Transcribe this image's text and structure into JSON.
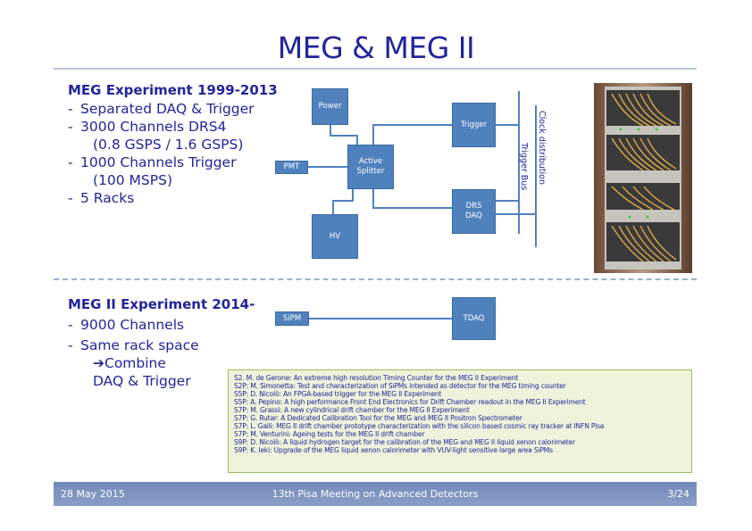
{
  "title": "MEG & MEG II",
  "meg": {
    "heading": "MEG Experiment 1999-2013",
    "bullets": [
      {
        "dash": "-",
        "text": "Separated DAQ & Trigger",
        "sub": ""
      },
      {
        "dash": "-",
        "text": "3000 Channels DRS4",
        "sub": "(0.8 GSPS / 1.6 GSPS)"
      },
      {
        "dash": "-",
        "text": "1000 Channels Trigger",
        "sub": "(100 MSPS)"
      },
      {
        "dash": "-",
        "text": "5 Racks",
        "sub": ""
      }
    ]
  },
  "diagram1": {
    "power": "Power",
    "pmt": "PMT",
    "splitter_line1": "Active",
    "splitter_line2": "Splitter",
    "hv": "HV",
    "trigger": "Trigger",
    "drs_line1": "DRS",
    "drs_line2": "DAQ",
    "trigger_bus": "Trigger Bus",
    "clock": "Clock distribution"
  },
  "megii": {
    "heading": "MEG II Experiment 2014-",
    "bullet1_dash": "-",
    "bullet1": "9000 Channels",
    "bullet2_dash": "-",
    "bullet2": "Same rack space",
    "arrow": "➔",
    "combine": "Combine",
    "combine2": "DAQ & Trigger"
  },
  "diagram2": {
    "sipm": "SiPM",
    "tdaq": "TDAQ"
  },
  "references": [
    "S2. M. de Gerone: An extreme high resolution Timing Counter for the MEG II Experiment",
    "S2P: M. Simonetta: Test and characterization of SiPMs intended as detector for the MEG timing counter",
    "S5P: D. Nicolò: An FPGA-based trigger for the MEG II Experiment",
    "S5P: A. Pepino: A high performance Front End Electronics for Drift Chamber readout in the MEG II Experiment",
    "S7P: M. Grassi: A new cylindrical drift chamber for the MEG II Experiment",
    "S7P: G. Rutar: A Dedicated Calibration Tool for the MEG and MEG II Positron Spectrometer",
    "S7P: L. Galli: MEG II drift chamber prototype characterization with the silicon based cosmic ray tracker at INFN Pisa",
    "S7P: M. Venturini: Ageing tests for the MEG II drift chamber",
    "S9P: D. Nicolò: A liquid hydrogen target for the calibration of the MEG and MEG II liquid xenon calorimeter",
    "S9P: K. Ieki: Upgrade of the MEG liquid xenon calorimeter with VUV-light sensitive large area SiPMs"
  ],
  "footer": {
    "date": "28 May 2015",
    "event": "13th Pisa Meeting on Advanced Detectors",
    "page": "3/24"
  },
  "colors": {
    "title": "#22259a",
    "box": "#4f81bd",
    "footer": "#7f93c0",
    "refs_bg": "#eef4dc",
    "refs_border": "#9bbb59"
  }
}
